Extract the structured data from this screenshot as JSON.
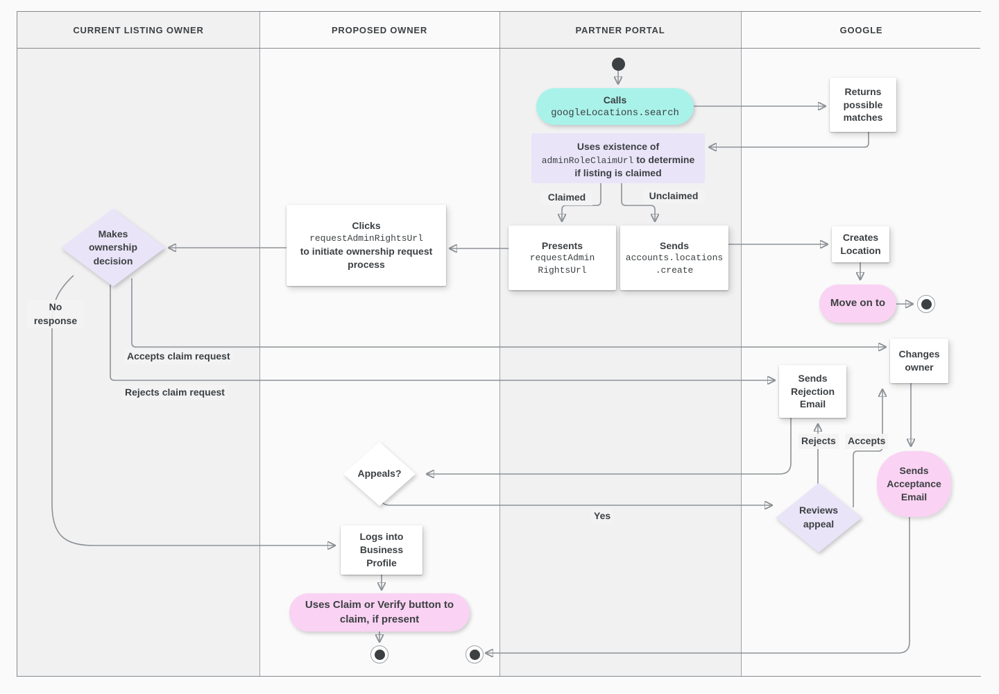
{
  "header": {
    "lanes": [
      {
        "label": "CURRENT LISTING OWNER"
      },
      {
        "label": "PROPOSED OWNER"
      },
      {
        "label": "PARTNER PORTAL"
      },
      {
        "label": "GOOGLE"
      }
    ]
  },
  "nodes": {
    "calls": {
      "title": "Calls",
      "code": "googleLocations.search"
    },
    "returns_matches": {
      "text": "Returns possible matches"
    },
    "uses_existence": {
      "pre": "Uses existence of ",
      "code": "adminRoleClaimUrl",
      "post": " to determine if listing is claimed"
    },
    "presents": {
      "title": "Presents",
      "code": "requestAdmin\nRightsUrl"
    },
    "sends_create": {
      "title": "Sends",
      "code": "accounts.locations\n.create"
    },
    "creates_location": {
      "text": "Creates Location"
    },
    "move_on": {
      "text": "Move on to"
    },
    "clicks": {
      "title": "Clicks",
      "code": "requestAdminRightsUrl",
      "post": "to initiate ownership request process"
    },
    "makes_decision": {
      "text": "Makes ownership decision"
    },
    "changes_owner": {
      "text": "Changes owner"
    },
    "sends_rejection": {
      "text": "Sends Rejection Email"
    },
    "sends_acceptance": {
      "text": "Sends Acceptance Email"
    },
    "reviews_appeal": {
      "text": "Reviews appeal"
    },
    "appeals": {
      "text": "Appeals?"
    },
    "logs_in": {
      "text": "Logs into Business Profile"
    },
    "uses_claim": {
      "text": "Uses Claim or Verify button to claim, if present"
    }
  },
  "edge_labels": {
    "claimed": "Claimed",
    "unclaimed": "Unclaimed",
    "no_response": "No response",
    "accepts_claim": "Accepts claim request",
    "rejects_claim": "Rejects claim request",
    "rejects": "Rejects",
    "accepts": "Accepts",
    "yes": "Yes"
  },
  "colors": {
    "teal": "#a9f2ea",
    "pink": "#fad2f3",
    "lavender": "#e9e4f8",
    "node_white": "#ffffff",
    "line": "#8d9297",
    "text": "#3c4043",
    "lane_gray": "#f1f1f2",
    "lane_light": "#fafafa"
  }
}
